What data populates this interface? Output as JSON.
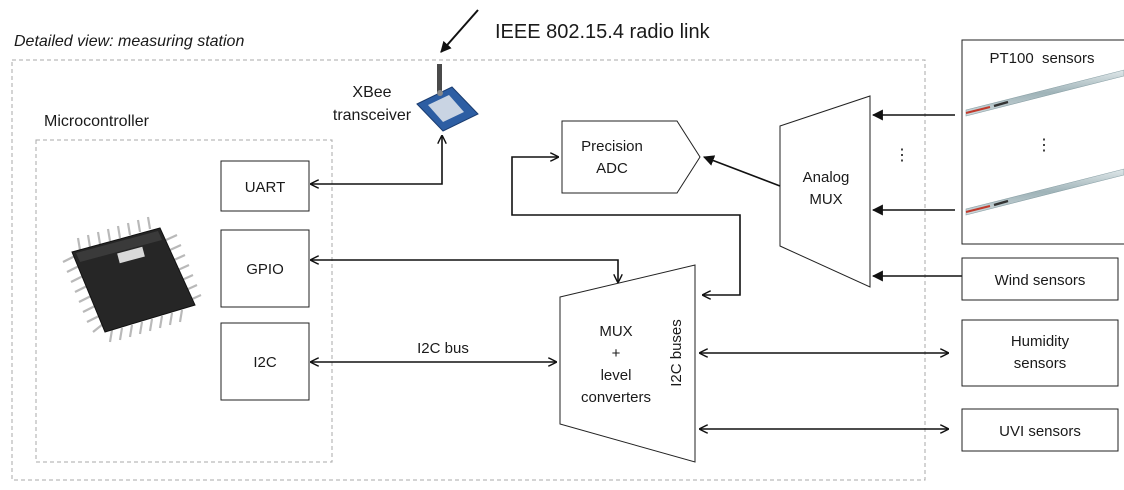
{
  "title": "Detailed view: measuring station",
  "radio_link_label": "IEEE 802.15.4 radio link",
  "xbee_label_line1": "XBee",
  "xbee_label_line2": "transceiver",
  "microcontroller_label": "Microcontroller",
  "uart_label": "UART",
  "gpio_label": "GPIO",
  "i2c_label": "I2C",
  "i2c_bus_label": "I2C bus",
  "adc_line1": "Precision",
  "adc_line2": "ADC",
  "analog_mux_line1": "Analog",
  "analog_mux_line2": "MUX",
  "mux_lines": [
    "MUX",
    "+",
    "level",
    "converters"
  ],
  "i2c_buses_label": "I2C buses",
  "pt100_label": "PT100  sensors",
  "wind_label": "Wind sensors",
  "humidity_line1": "Humidity",
  "humidity_line2": "sensors",
  "uvi_label": "UVI sensors",
  "vdots": "⋮"
}
